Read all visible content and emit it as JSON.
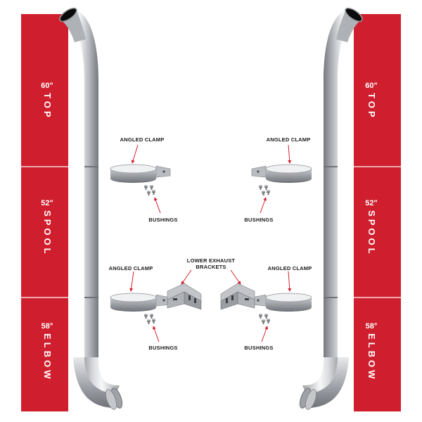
{
  "left_pipe": {
    "top": {
      "size": "60\"",
      "name": "TOP"
    },
    "spool": {
      "size": "52\"",
      "name": "SPOOL"
    },
    "elbow": {
      "size": "58°",
      "name": "ELBOW"
    }
  },
  "right_pipe": {
    "top": {
      "size": "60\"",
      "name": "TOP"
    },
    "spool": {
      "size": "52\"",
      "name": "SPOOL"
    },
    "elbow": {
      "size": "58°",
      "name": "ELBOW"
    }
  },
  "labels": {
    "angled_clamp": "ANGLED CLAMP",
    "bushings": "BUSHINGS",
    "lower_brackets_line1": "LOWER EXHAUST",
    "lower_brackets_line2": "BRACKETS"
  },
  "colors": {
    "red_band": "#cf1f2e",
    "chrome_dark": "#8f9297",
    "chrome_light": "#f2f3f4",
    "arrow": "#d4202e"
  }
}
